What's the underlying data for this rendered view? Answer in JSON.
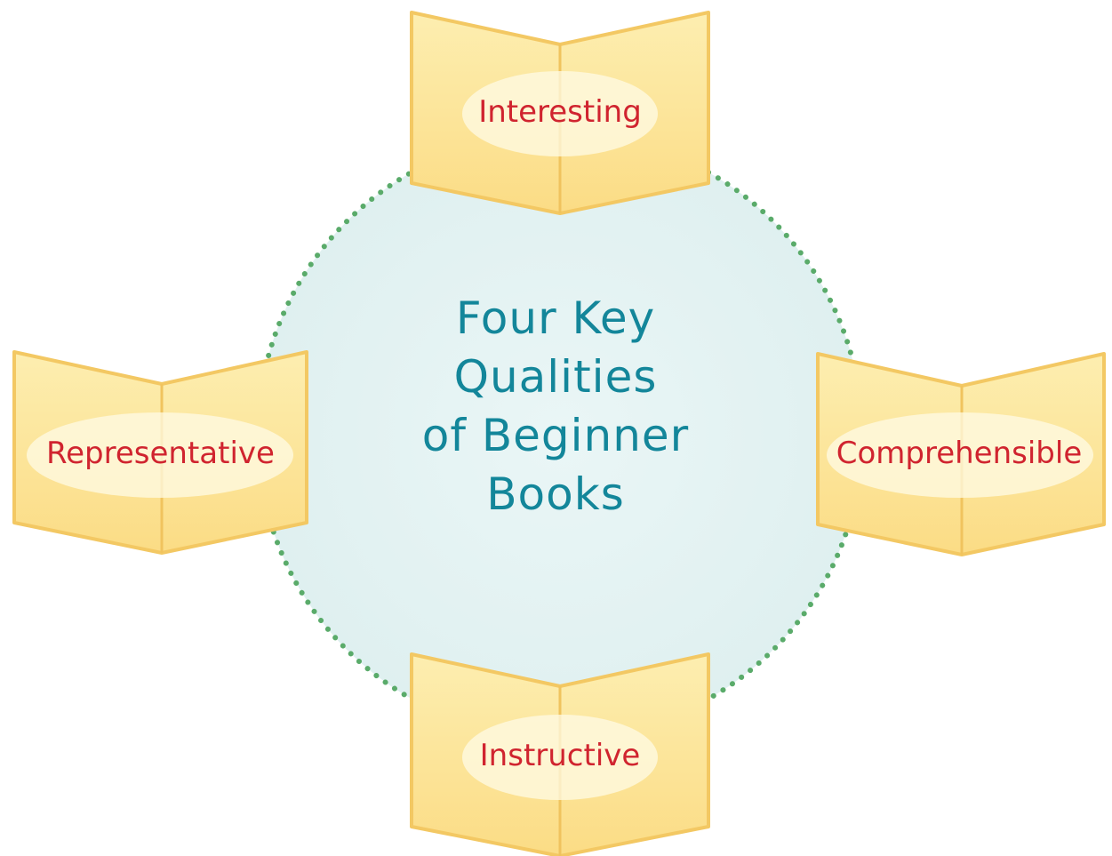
{
  "center": {
    "line1": "Four Key",
    "line2": "Qualities",
    "line3": "of Beginner",
    "line4": "Books"
  },
  "qualities": {
    "top": "Interesting",
    "left": "Representative",
    "right": "Comprehensible",
    "bottom": "Instructive"
  },
  "colors": {
    "title": "#13869a",
    "label": "#d0242f",
    "circle_fill": "#e2f1f1",
    "dots": "#5aab6a",
    "book_fill": "#fde9a3",
    "book_stroke": "#f3c863"
  },
  "icons": {
    "book": "open-book-icon"
  }
}
